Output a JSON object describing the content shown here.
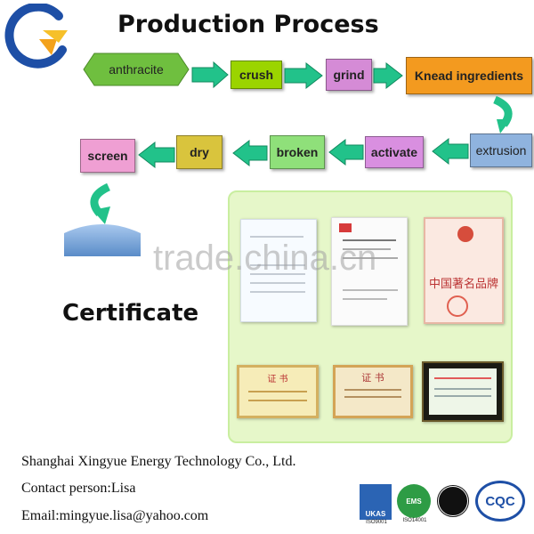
{
  "header": {
    "title": "Production Process"
  },
  "process": {
    "steps": [
      {
        "label": "anthracite",
        "color": "#6fbf3f"
      },
      {
        "label": "crush",
        "color": "#9bd400"
      },
      {
        "label": "grind",
        "color": "#d58bd6"
      },
      {
        "label": "Knead ingredients",
        "color": "#f39a1f"
      },
      {
        "label": "extrusion",
        "color": "#8fb3de"
      },
      {
        "label": "activate",
        "color": "#d98fe0"
      },
      {
        "label": "broken",
        "color": "#8fe07a"
      },
      {
        "label": "dry",
        "color": "#d9c43d"
      },
      {
        "label": "screen",
        "color": "#ef9fd3"
      }
    ],
    "arrow_color": "#22c28a"
  },
  "certificate": {
    "title": "Certificate",
    "panel_color": "#e6f7c9"
  },
  "watermark": {
    "text": "trade.china.cn"
  },
  "cert_docs": [
    {
      "heading": "中国著名品牌"
    },
    {
      "heading": "证 书"
    },
    {
      "heading": "证 书"
    }
  ],
  "contact": {
    "company": "Shanghai Xingyue Energy Technology Co., Ltd.",
    "person": "Contact person:Lisa",
    "email": "Email:mingyue.lisa@yahoo.com"
  },
  "badges": [
    {
      "name": "UKAS",
      "caption": "ISO9001"
    },
    {
      "name": "EMS",
      "caption": "ISO14001"
    },
    {
      "name": "globe",
      "caption": ""
    },
    {
      "name": "CQC",
      "caption": ""
    }
  ]
}
